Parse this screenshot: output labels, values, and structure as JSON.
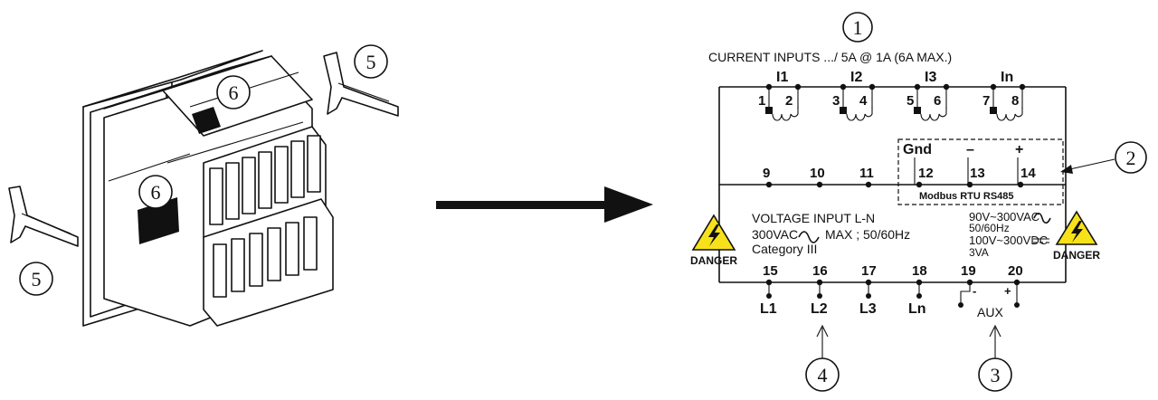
{
  "header": {
    "current_inputs": "CURRENT INPUTS  .../ 5A @ 1A (6A MAX.)"
  },
  "callouts": [
    "1",
    "2",
    "3",
    "4",
    "5",
    "5",
    "6",
    "6"
  ],
  "current_channels": [
    "I1",
    "I2",
    "I3",
    "In"
  ],
  "ct_terminals": [
    "1",
    "2",
    "3",
    "4",
    "5",
    "6",
    "7",
    "8"
  ],
  "middle_terminals": [
    "9",
    "10",
    "11",
    "12",
    "13",
    "14"
  ],
  "comm": {
    "gnd": "Gnd",
    "minus": "–",
    "plus": "+",
    "protocol": "Modbus RTU RS485"
  },
  "voltage": {
    "title": "VOLTAGE INPUT L-N",
    "rating_prefix": "300VAC",
    "rating_suffix": "MAX ; 50/60Hz",
    "category": "Category III"
  },
  "aux_supply": {
    "ac": "90V~300VAC",
    "freq": "50/60Hz",
    "dc": "100V~300VDC",
    "power": "3VA",
    "label": "AUX",
    "minus": "-",
    "plus": "+"
  },
  "danger": [
    "DANGER",
    "DANGER"
  ],
  "bottom_terminals": [
    "15",
    "16",
    "17",
    "18",
    "19",
    "20"
  ],
  "phase_labels": [
    "L1",
    "L2",
    "L3",
    "Ln"
  ]
}
